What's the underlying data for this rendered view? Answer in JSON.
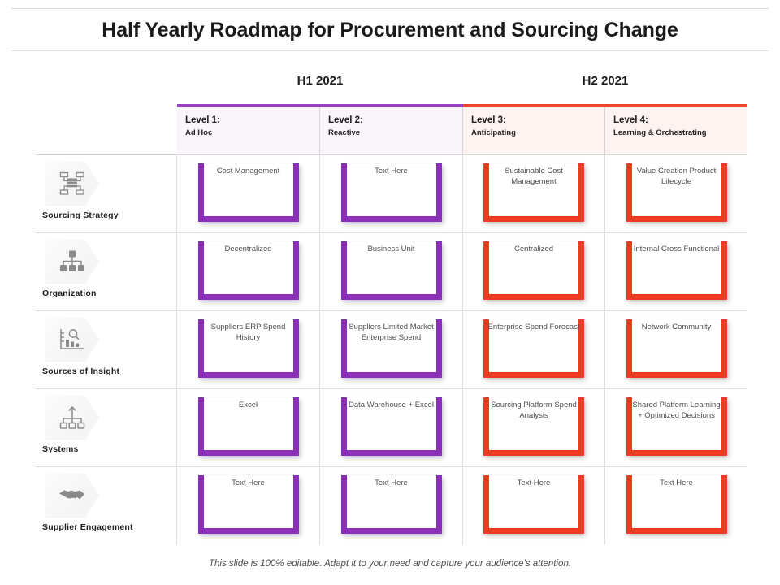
{
  "title": "Half Yearly Roadmap for Procurement and Sourcing Change",
  "halves": [
    {
      "label": "H1 2021",
      "accent": "#9b3fc4"
    },
    {
      "label": "H2 2021",
      "accent": "#e8442a"
    }
  ],
  "columns": [
    {
      "title": "Level 1:",
      "subtitle": "Ad Hoc",
      "accent": "#9b3fc4",
      "half": "H1 2021"
    },
    {
      "title": "Level 2:",
      "subtitle": "Reactive",
      "accent": "#9b3fc4",
      "half": "H1 2021"
    },
    {
      "title": "Level 3:",
      "subtitle": "Anticipating",
      "accent": "#e8442a",
      "half": "H2 2021"
    },
    {
      "title": "Level 4:",
      "subtitle": "Learning & Orchestrating",
      "accent": "#e8442a",
      "half": "H2 2021"
    }
  ],
  "rows": [
    {
      "label": "Sourcing Strategy",
      "icon": "network-nodes-icon",
      "cells": [
        {
          "text": "Cost Management",
          "color": "purple"
        },
        {
          "text": "Text Here",
          "color": "purple"
        },
        {
          "text": "Sustainable Cost Management",
          "color": "red"
        },
        {
          "text": "Value Creation Product Lifecycle",
          "color": "red"
        }
      ]
    },
    {
      "label": "Organization",
      "icon": "org-chart-icon",
      "cells": [
        {
          "text": "Decentralized",
          "color": "purple"
        },
        {
          "text": "Business Unit",
          "color": "purple"
        },
        {
          "text": "Centralized",
          "color": "red"
        },
        {
          "text": "Internal Cross Functional",
          "color": "red"
        }
      ]
    },
    {
      "label": "Sources of Insight",
      "icon": "bar-chart-magnifier-icon",
      "cells": [
        {
          "text": "Suppliers ERP Spend History",
          "color": "purple"
        },
        {
          "text": "Suppliers Limited Market Enterprise Spend",
          "color": "purple"
        },
        {
          "text": "Enterprise Spend Forecast",
          "color": "red"
        },
        {
          "text": "Network Community",
          "color": "red"
        }
      ]
    },
    {
      "label": "Systems",
      "icon": "hierarchy-arrow-icon",
      "cells": [
        {
          "text": "Excel",
          "color": "purple"
        },
        {
          "text": "Data Warehouse + Excel",
          "color": "purple"
        },
        {
          "text": "Sourcing Platform Spend Analysis",
          "color": "red"
        },
        {
          "text": "Shared Platform Learning + Optimized Decisions",
          "color": "red"
        }
      ]
    },
    {
      "label": "Supplier Engagement",
      "icon": "handshake-icon",
      "cells": [
        {
          "text": "Text Here",
          "color": "purple"
        },
        {
          "text": "Text Here",
          "color": "purple"
        },
        {
          "text": "Text Here",
          "color": "red"
        },
        {
          "text": "Text Here",
          "color": "red"
        }
      ]
    }
  ],
  "footer": "This slide is 100% editable. Adapt it to your need and capture your audience's attention."
}
